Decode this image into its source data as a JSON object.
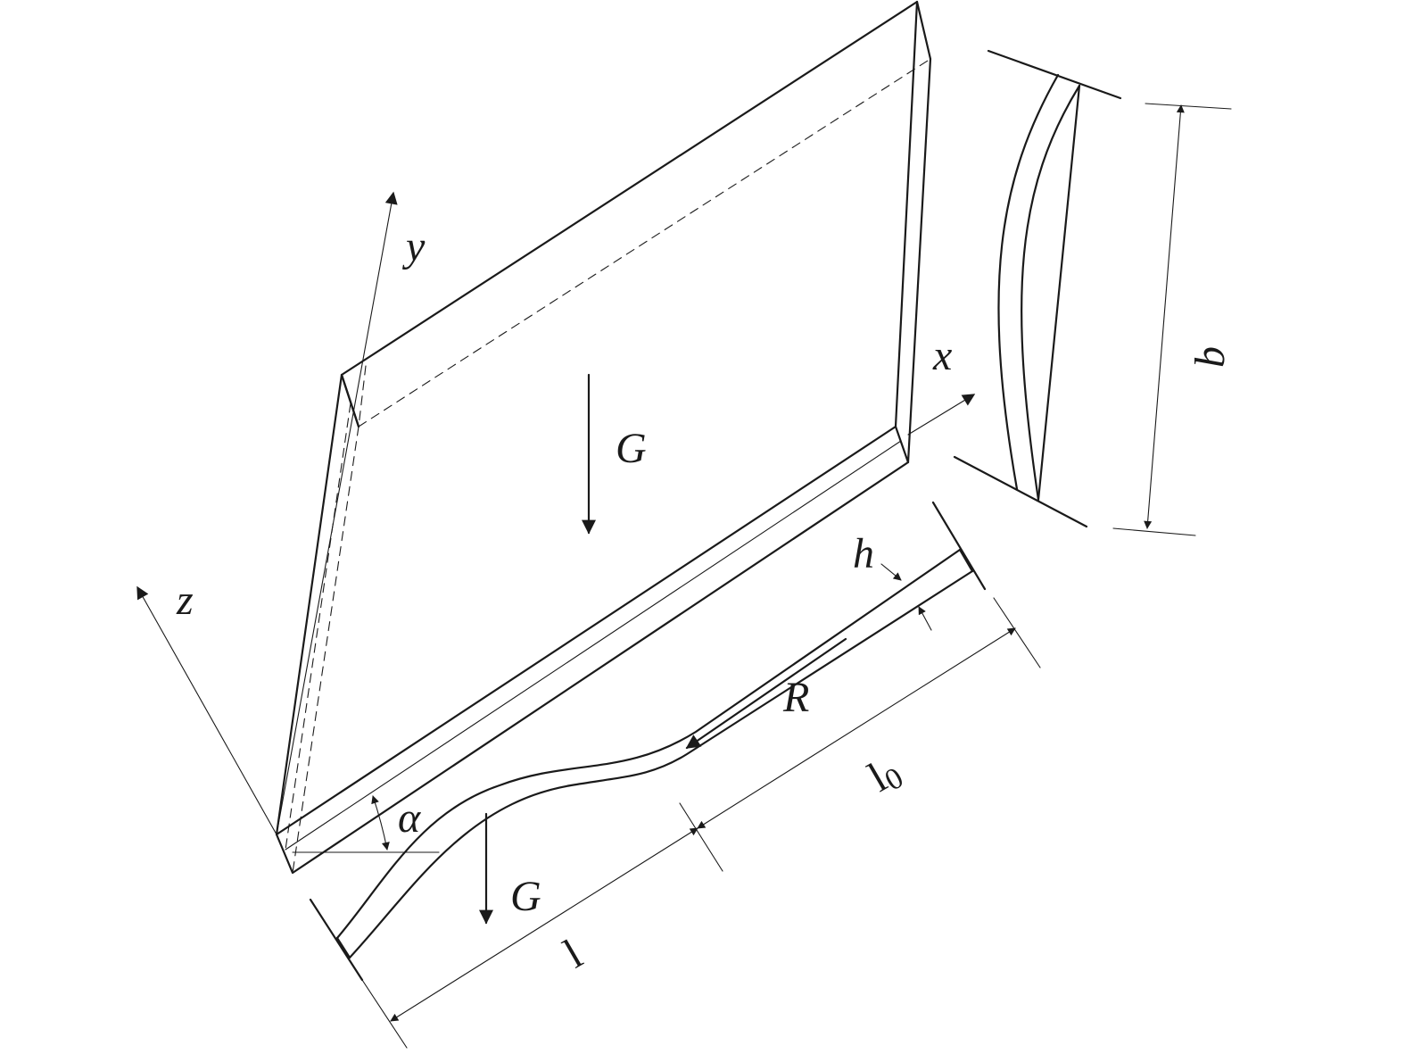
{
  "labels": {
    "y_axis": "y",
    "x_axis": "x",
    "z_axis": "z",
    "gravity_plate": "G",
    "gravity_strip": "G",
    "width": "b",
    "thickness": "h",
    "reaction": "R",
    "angle": "α",
    "flat_length": "l0",
    "curved_length": "l"
  },
  "colors": {
    "ink": "#1a1a1a",
    "background": "#ffffff"
  }
}
